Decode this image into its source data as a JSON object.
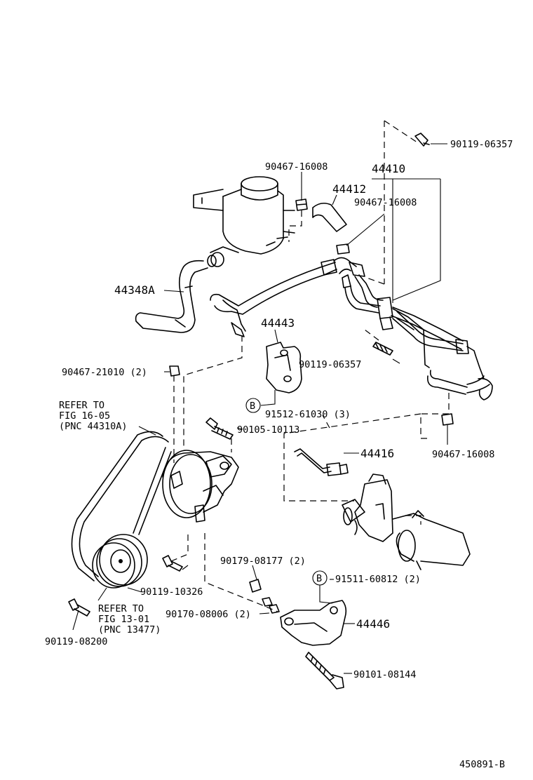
{
  "diagram_id": "450891-B",
  "markers": {
    "b_symbol": "B"
  },
  "labels": {
    "l_90119_06357_top": "90119-06357",
    "l_90467_16008_a": "90467-16008",
    "l_44410": "44410",
    "l_44412": "44412",
    "l_90467_16008_b": "90467-16008",
    "l_44348a": "44348A",
    "l_44443": "44443",
    "l_90119_06357_mid": "90119-06357",
    "l_90467_21010": "90467-21010 (2)",
    "l_91512_61030": "91512-61030 (3)",
    "l_90105_10113": "90105-10113",
    "l_44416": "44416",
    "l_90467_16008_c": "90467-16008",
    "l_90179_08177": "90179-08177 (2)",
    "l_91511_60812": "91511-60812 (2)",
    "l_90119_10326": "90119-10326",
    "l_90170_08006": "90170-08006 (2)",
    "l_44446": "44446",
    "l_90101_08144": "90101-08144",
    "l_90119_08200": "90119-08200"
  },
  "references": {
    "belt": [
      "REFER TO",
      "FIG 16-05",
      "(PNC 44310A)"
    ],
    "pulley": [
      "REFER TO",
      "FIG 13-01",
      "(PNC 13477)"
    ]
  }
}
